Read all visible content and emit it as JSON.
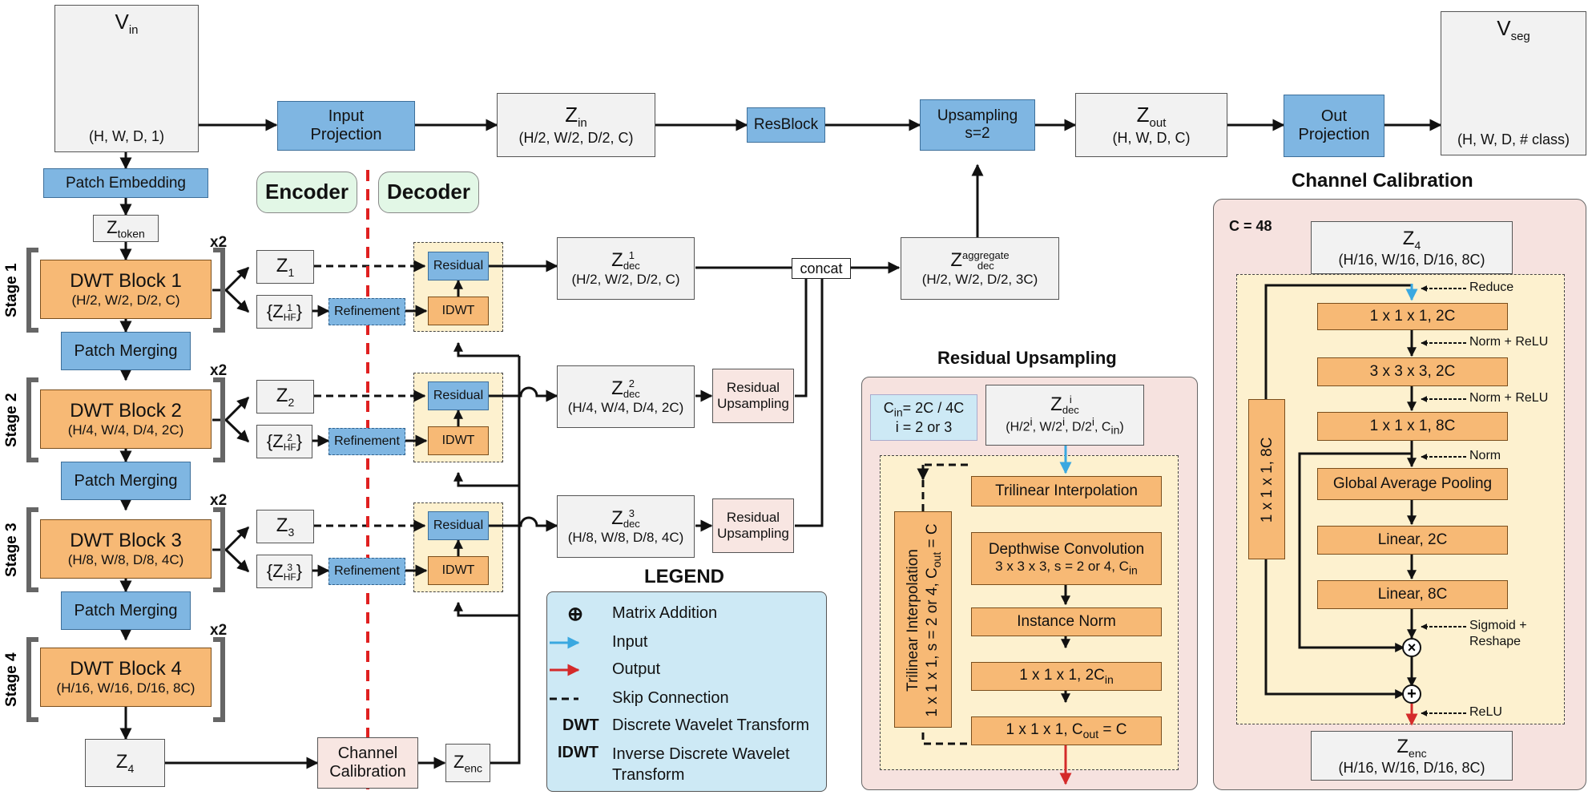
{
  "io": {
    "vin_sym": "V",
    "vin_sub": "in",
    "vin_dim": "(H, W, D, 1)",
    "vseg_sym": "V",
    "vseg_sub": "seg",
    "vseg_dim": "(H, W, D, # class)"
  },
  "top": {
    "input_projection": "Input Projection",
    "zin_sym": "Z",
    "zin_sub": "in",
    "zin_dim": "(H/2, W/2, D/2, C)",
    "resblock": "ResBlock",
    "upsampling": "Upsampling",
    "upsampling_s": "s=2",
    "zout_sym": "Z",
    "zout_sub": "out",
    "zout_dim": "(H, W, D, C)",
    "out_projection": "Out Projection"
  },
  "encoder": {
    "patch_embedding": "Patch Embedding",
    "ztoken_sym": "Z",
    "ztoken_sub": "token",
    "encoder_label": "Encoder",
    "decoder_label": "Decoder",
    "repeat": "x2",
    "stages": [
      {
        "label": "Stage 1",
        "block": "DWT Block 1",
        "dim": "(H/2, W/2, D/2, C)",
        "z_sub": "1",
        "hf_sup": "1"
      },
      {
        "label": "Stage 2",
        "block": "DWT Block 2",
        "dim": "(H/4, W/4, D/4, 2C)",
        "z_sub": "2",
        "hf_sup": "2"
      },
      {
        "label": "Stage 3",
        "block": "DWT Block 3",
        "dim": "(H/8, W/8, D/8, 4C)",
        "z_sub": "3",
        "hf_sup": "3"
      },
      {
        "label": "Stage 4",
        "block": "DWT Block 4",
        "dim": "(H/16, W/16, D/16, 8C)"
      }
    ],
    "patch_merging": "Patch Merging",
    "z_sym": "Z",
    "hf_sub": "HF",
    "refinement": "Refinement",
    "z4_sym": "Z",
    "z4_sub": "4",
    "channel_calibration": "Channel Calibration",
    "zenc_sym": "Z",
    "zenc_sub": "enc"
  },
  "decoder": {
    "residual": "Residual",
    "idwt": "IDWT",
    "zdec_sym": "Z",
    "zdec_sub": "dec",
    "zdec": [
      {
        "sup": "1",
        "dim": "(H/2, W/2, D/2, C)"
      },
      {
        "sup": "2",
        "dim": "(H/4, W/4, D/4, 2C)"
      },
      {
        "sup": "3",
        "dim": "(H/8, W/8, D/8, 4C)"
      }
    ],
    "residual_upsampling": "Residual Upsampling",
    "concat": "concat",
    "zagg_sup": "aggregate",
    "zagg_dim": "(H/2, W/2, D/2, 3C)"
  },
  "residual_upsampling_panel": {
    "title": "Residual Upsampling",
    "cin_line1": "C",
    "cin_sub": "in",
    "cin_eq": "= 2C / 4C",
    "cin_line2": "i = 2 or 3",
    "zdec_sup": "i",
    "zdec_dim": "(H/2",
    "zdec_dim_sup": "i",
    "zdec_dim_w": ", W/2",
    "zdec_dim_d": ", D/2",
    "zdec_dim_c": ", C",
    "zdec_dim_csub": "in",
    "zdec_dim_end": ")",
    "trilinear": "Trilinear Interpolation",
    "depthwise": "Depthwise Convolution",
    "depthwise_params": "3 x 3 x 3, s = 2 or 4, C",
    "instance_norm": "Instance Norm",
    "conv1": "1 x 1 x 1, 2C",
    "conv2": "1 x 1 x 1, C",
    "conv2_out": "out",
    "conv2_eq": " = C",
    "side_line1": "Trilinear Interpolation",
    "side_line2": "1 x 1 x 1, s = 2 or 4, C",
    "side_out": "out",
    "side_eq": " = C"
  },
  "legend": {
    "title": "LEGEND",
    "items": [
      {
        "key": "⊕",
        "text": "Matrix Addition"
      },
      {
        "key": "",
        "text": "Input"
      },
      {
        "key": "",
        "text": "Output"
      },
      {
        "key": "",
        "text": "Skip Connection"
      },
      {
        "key": "DWT",
        "text": "Discrete Wavelet Transform"
      },
      {
        "key": "IDWT",
        "text": "Inverse Discrete Wavelet Transform"
      }
    ]
  },
  "channel_calibration_panel": {
    "title": "Channel Calibration",
    "c_eq": "C = 48",
    "z4_sym": "Z",
    "z4_sub": "4",
    "z4_dim": "(H/16, W/16, D/16, 8C)",
    "reduce": "Reduce",
    "conv_a": "1 x 1 x 1, 2C",
    "norm_relu_1": "Norm + ReLU",
    "conv_b": "3 x 3 x 3, 2C",
    "norm_relu_2": "Norm + ReLU",
    "conv_c": "1 x 1 x 1, 8C",
    "norm": "Norm",
    "gap": "Global Average Pooling",
    "linear1": "Linear, 2C",
    "linear2": "Linear, 8C",
    "sigmoid": "Sigmoid +",
    "reshape": "Reshape",
    "side_conv": "1 x 1 x 1, 8C",
    "relu": "ReLU",
    "zenc_sym": "Z",
    "zenc_sub": "enc",
    "zenc_dim": "(H/16, W/16, D/16, 8C)"
  },
  "colors": {
    "blue_box": "#7fb6e2",
    "orange_box": "#f7b975",
    "gray_box": "#f2f2f2",
    "pink_box": "#f8e6e2",
    "panel_pink": "#f6e2df",
    "panel_cream": "#fdf1cf",
    "green_pill": "#e2f7e6",
    "legend_bg": "#cde9f5",
    "dashed_red": "#e02020",
    "input_arrow": "#3aa8e0",
    "output_arrow": "#d42a2a"
  }
}
